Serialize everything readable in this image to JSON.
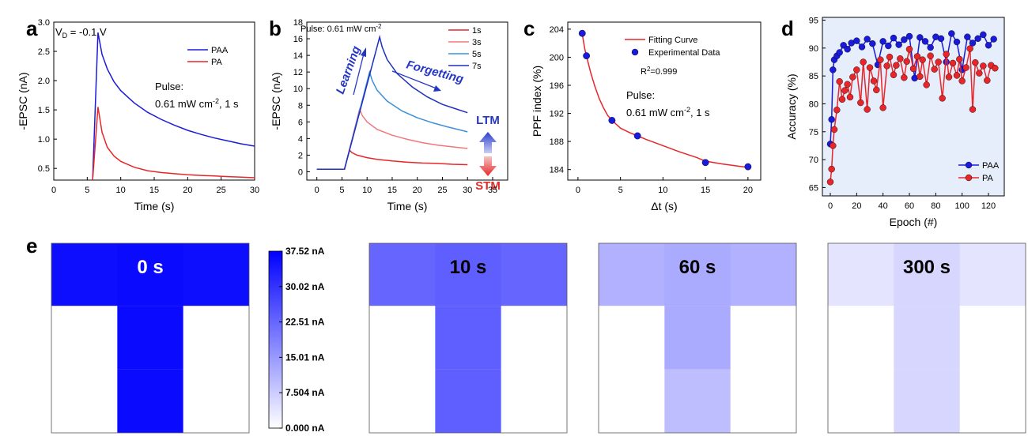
{
  "panel_letters": [
    "a",
    "b",
    "c",
    "d",
    "e"
  ],
  "annotations": {
    "a_vd_prefix": "V",
    "a_vd_sub": "D",
    "a_vd_value": " = -0.1 V",
    "a_pulse_line1": "Pulse:",
    "a_pulse_line2_prefix": "0.61 mW cm",
    "a_pulse_line2_sup": "-2",
    "a_pulse_line2_suffix": ", 1 s",
    "b_pulse_prefix": "Pulse: 0.61 mW cm",
    "b_pulse_sup": "-2",
    "b_learning": "Learning",
    "b_forgetting": "Forgetting",
    "b_ltm": "LTM",
    "b_stm": "STM",
    "c_r2_prefix": "R",
    "c_r2_sup": "2",
    "c_r2_value": "=0.999",
    "c_pulse_line1": "Pulse:",
    "c_pulse_line2_prefix": "0.61 mW cm",
    "c_pulse_line2_sup": "-2",
    "c_pulse_line2_suffix": ", 1 s"
  },
  "colors": {
    "blue": "#1a1adb",
    "red": "#e8262a",
    "red_light": "#f0787a",
    "sky": "#3d8fd6",
    "navy": "#1f2fbf",
    "panel_d_bg": "#e6eefb",
    "ltm_text": "#2536c2",
    "stm_text": "#e02a2a"
  },
  "chart_data": [
    {
      "type": "line",
      "panel": "a",
      "xlabel": "Time (s)",
      "ylabel": "-EPSC (nA)",
      "xlim": [
        0,
        30
      ],
      "ylim": [
        0.3,
        3.0
      ],
      "xticks": [
        0,
        5,
        10,
        15,
        20,
        25,
        30
      ],
      "yticks": [
        0.5,
        1.0,
        1.5,
        2.0,
        2.5,
        3.0
      ],
      "ytick_labels": [
        "0.5",
        "1.0",
        "1.5",
        "2.0",
        "2.5",
        "3.0"
      ],
      "legend": "top-right",
      "series": [
        {
          "name": "PAA",
          "color": "#1a1adb",
          "x": [
            0,
            5.8,
            6.6,
            7.2,
            8,
            9,
            10,
            12,
            14,
            16,
            18,
            20,
            22,
            24,
            26,
            28,
            30
          ],
          "y": [
            0.29,
            0.29,
            2.82,
            2.45,
            2.2,
            1.98,
            1.83,
            1.62,
            1.46,
            1.34,
            1.24,
            1.15,
            1.08,
            1.02,
            0.97,
            0.92,
            0.88
          ]
        },
        {
          "name": "PA",
          "color": "#e8262a",
          "x": [
            0,
            5.8,
            6.6,
            7.2,
            8,
            9,
            10,
            12,
            14,
            16,
            18,
            20,
            22,
            24,
            26,
            28,
            30
          ],
          "y": [
            0.29,
            0.29,
            1.55,
            1.12,
            0.86,
            0.71,
            0.62,
            0.52,
            0.46,
            0.43,
            0.41,
            0.39,
            0.38,
            0.37,
            0.36,
            0.35,
            0.34
          ]
        }
      ]
    },
    {
      "type": "line",
      "panel": "b",
      "xlabel": "Time (s)",
      "ylabel": "-EPSC (nA)",
      "xlim": [
        -2,
        38
      ],
      "ylim": [
        -1,
        18
      ],
      "xticks": [
        0,
        5,
        10,
        15,
        20,
        25,
        30,
        35
      ],
      "yticks": [
        0,
        2,
        4,
        6,
        8,
        10,
        12,
        14,
        16,
        18
      ],
      "legend": "top-right",
      "series": [
        {
          "name": "1s",
          "color": "#e8262a",
          "x": [
            0,
            5.5,
            6.5,
            7,
            8,
            10,
            12,
            15,
            18,
            21,
            24,
            27,
            30
          ],
          "y": [
            0.3,
            0.3,
            2.6,
            2.3,
            2.0,
            1.7,
            1.5,
            1.3,
            1.15,
            1.05,
            1.0,
            0.9,
            0.85
          ]
        },
        {
          "name": "3s",
          "color": "#f0787a",
          "x": [
            0,
            5.5,
            8.5,
            9,
            10,
            12,
            15,
            18,
            21,
            24,
            27,
            30
          ],
          "y": [
            0.3,
            0.3,
            7.5,
            6.8,
            6.0,
            5.1,
            4.4,
            3.9,
            3.5,
            3.2,
            3.0,
            2.8
          ]
        },
        {
          "name": "5s",
          "color": "#3d8fd6",
          "x": [
            0,
            5.5,
            10.5,
            11,
            12,
            14,
            17,
            20,
            23,
            26,
            30
          ],
          "y": [
            0.3,
            0.3,
            12.0,
            11.0,
            9.8,
            8.5,
            7.3,
            6.5,
            5.9,
            5.4,
            4.8
          ]
        },
        {
          "name": "7s",
          "color": "#1f2fbf",
          "x": [
            0,
            5.5,
            12.5,
            13,
            14,
            16,
            19,
            22,
            25,
            28,
            30
          ],
          "y": [
            0.3,
            0.3,
            16.2,
            15.0,
            13.5,
            11.8,
            10.2,
            9.0,
            8.1,
            7.5,
            7.1
          ]
        }
      ]
    },
    {
      "type": "scatter",
      "panel": "c",
      "xlabel": "Δt (s)",
      "ylabel": "PPF index (%)",
      "xlim": [
        -1.2,
        21.5
      ],
      "ylim": [
        182.5,
        205
      ],
      "xticks": [
        0,
        5,
        10,
        15,
        20
      ],
      "yticks": [
        184,
        188,
        192,
        196,
        200,
        204
      ],
      "legend": "top-right",
      "series": [
        {
          "name": "Fitting Curve",
          "kind": "line",
          "color": "#e8262a",
          "x": [
            0.5,
            0.8,
            1.0,
            1.5,
            2.0,
            2.5,
            3.0,
            3.5,
            4.0,
            5.0,
            6.0,
            7.0,
            8.0,
            10.0,
            12.0,
            14.0,
            15.0,
            17.0,
            20.0
          ],
          "y": [
            203.3,
            201.2,
            200.2,
            197.8,
            195.8,
            194.1,
            192.8,
            191.7,
            191.0,
            189.9,
            189.3,
            188.8,
            188.3,
            187.4,
            186.5,
            185.7,
            185.2,
            184.8,
            184.3
          ]
        },
        {
          "name": "Experimental Data",
          "kind": "scatter",
          "color": "#1a1adb",
          "x": [
            0.5,
            1.0,
            4.0,
            7.0,
            15.0,
            20.0
          ],
          "y": [
            203.4,
            200.2,
            191.0,
            188.8,
            185.0,
            184.4
          ]
        }
      ]
    },
    {
      "type": "line",
      "panel": "d",
      "xlabel": "Epoch (#)",
      "ylabel": "Accuracy (%)",
      "xlim": [
        -6,
        132
      ],
      "ylim": [
        63.5,
        95.5
      ],
      "xticks": [
        0,
        20,
        40,
        60,
        80,
        100,
        120
      ],
      "yticks": [
        65,
        70,
        75,
        80,
        85,
        90,
        95
      ],
      "legend": "bottom-right",
      "series": [
        {
          "name": "PAA",
          "color": "#1a1adb",
          "x": [
            0,
            1,
            2,
            3,
            5,
            7,
            10,
            13,
            16,
            20,
            24,
            28,
            32,
            36,
            40,
            44,
            48,
            52,
            56,
            60,
            64,
            68,
            72,
            76,
            80,
            84,
            88,
            92,
            96,
            100,
            104,
            108,
            112,
            116,
            120,
            124
          ],
          "y": [
            72.8,
            77.2,
            86.1,
            87.9,
            88.6,
            89.2,
            90.5,
            89.8,
            90.9,
            91.3,
            90.2,
            91.6,
            90.8,
            87.0,
            91.2,
            90.4,
            91.8,
            90.6,
            91.5,
            92.1,
            84.6,
            91.9,
            91.2,
            90.1,
            92.0,
            91.7,
            87.5,
            92.6,
            91.1,
            86.1,
            92.0,
            90.9,
            91.7,
            92.4,
            90.5,
            91.6
          ]
        },
        {
          "name": "PA",
          "color": "#e8262a",
          "x": [
            0,
            1,
            2,
            3,
            5,
            7,
            9,
            11,
            13,
            15,
            17,
            20,
            23,
            25,
            28,
            30,
            33,
            35,
            38,
            40,
            43,
            45,
            48,
            50,
            53,
            56,
            58,
            60,
            63,
            66,
            68,
            70,
            73,
            76,
            79,
            82,
            85,
            88,
            90,
            93,
            96,
            98,
            100,
            103,
            106,
            108,
            110,
            113,
            116,
            119,
            122,
            125
          ],
          "y": [
            66.0,
            68.3,
            72.5,
            75.4,
            78.9,
            84.0,
            80.8,
            82.4,
            83.5,
            81.2,
            84.8,
            86.1,
            80.2,
            87.5,
            79.0,
            86.5,
            84.1,
            82.5,
            87.9,
            79.3,
            86.8,
            88.4,
            85.2,
            86.9,
            88.1,
            84.7,
            87.6,
            89.8,
            86.3,
            88.5,
            84.9,
            87.9,
            83.4,
            88.6,
            86.2,
            87.5,
            81.0,
            88.9,
            84.8,
            87.3,
            85.1,
            88.0,
            84.1,
            86.5,
            89.9,
            79.0,
            87.4,
            85.5,
            86.8,
            84.2,
            86.9,
            86.4
          ]
        }
      ]
    },
    {
      "type": "heatmap",
      "panel": "e",
      "colorbar": {
        "labels": [
          "37.52 nA",
          "30.02 nA",
          "22.51 nA",
          "15.01 nA",
          "7.504 nA",
          "0.000 nA"
        ],
        "ticks": [
          37.52,
          30.02,
          22.51,
          15.01,
          7.504,
          0.0
        ],
        "range": [
          0.0,
          37.52
        ]
      },
      "maps": [
        {
          "label": "0 s",
          "bar_value": 35.5,
          "stem_value": 36.0,
          "stem_lower_value": 36.0,
          "label_color": "#ffffff"
        },
        {
          "label": "10 s",
          "bar_value": 22.5,
          "stem_value": 23.5,
          "stem_lower_value": 23.5,
          "label_color": "#000000"
        },
        {
          "label": "60 s",
          "bar_value": 11.5,
          "stem_value": 12.5,
          "stem_lower_value": 9.5,
          "label_color": "#000000"
        },
        {
          "label": "300 s",
          "bar_value": 4.0,
          "stem_value": 6.0,
          "stem_lower_value": 6.0,
          "label_color": "#000000"
        }
      ]
    }
  ]
}
